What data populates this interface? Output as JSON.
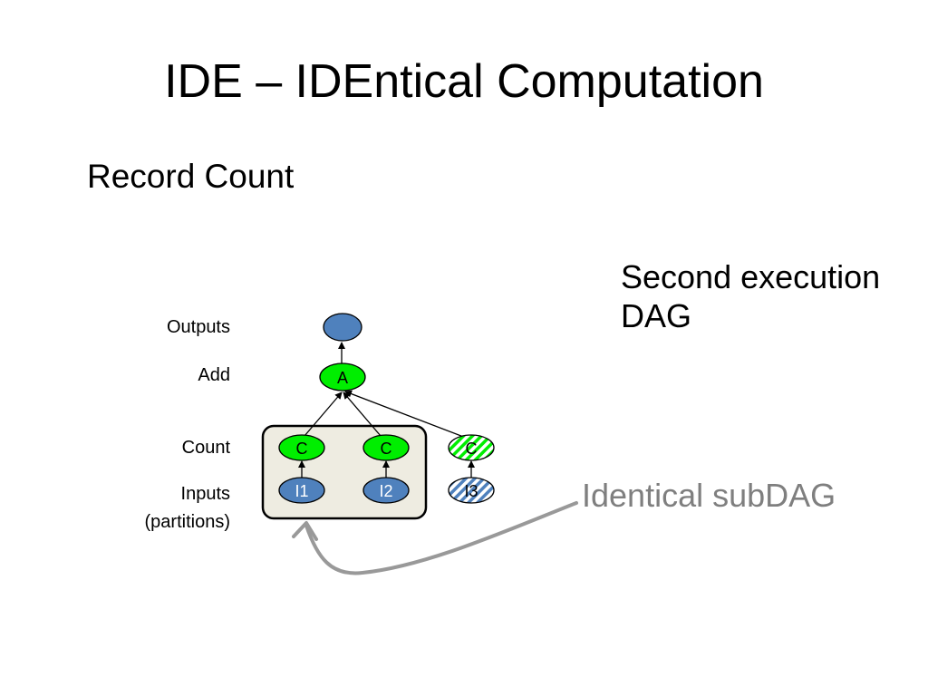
{
  "title": "IDE – IDEntical Computation",
  "subtitle": "Record Count",
  "callout": {
    "line1": "Second execution",
    "line2": "DAG"
  },
  "row_labels": {
    "outputs": "Outputs",
    "add": "Add",
    "count": "Count",
    "inputs_line1": "Inputs",
    "inputs_line2": "(partitions)"
  },
  "nodes": {
    "output": "",
    "add": "A",
    "count1": "C",
    "count2": "C",
    "count3": "C",
    "input1": "I1",
    "input2": "I2",
    "input3": "I3"
  },
  "annotation": "Identical subDAG",
  "colors": {
    "green": "#00ee00",
    "blue": "#4f81bd",
    "box_fill": "#eeece1",
    "arrow_gray": "#999999",
    "annotation_text": "#7f7f7f"
  }
}
